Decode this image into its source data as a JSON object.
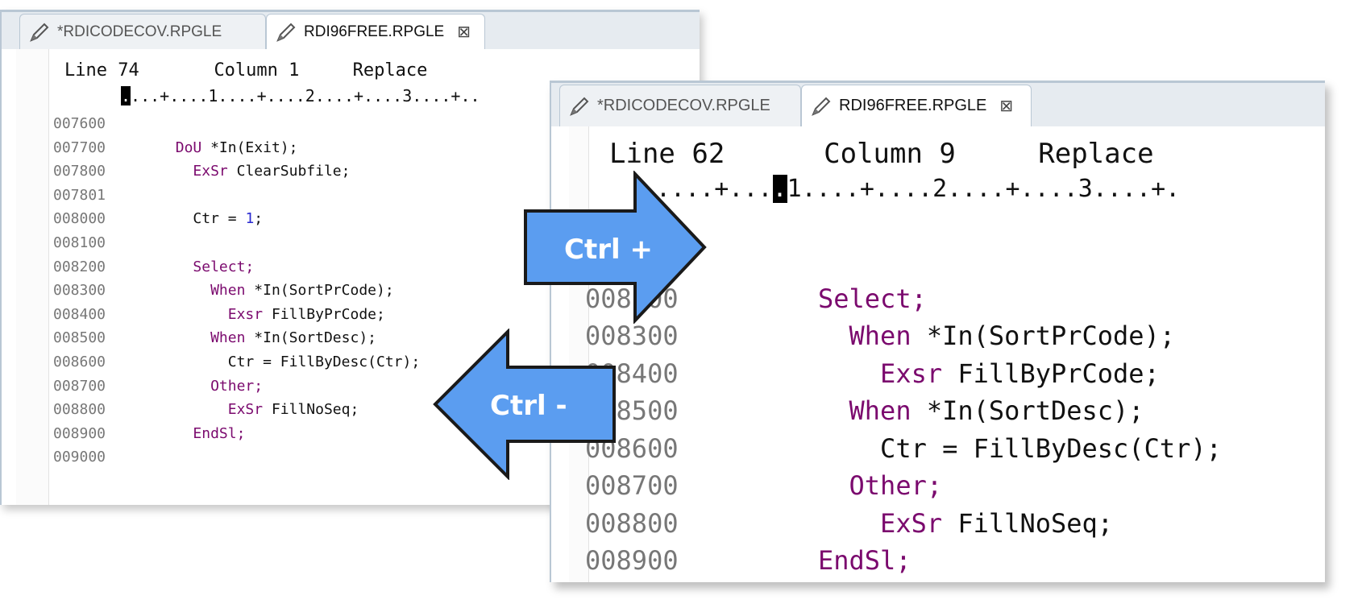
{
  "small_editor": {
    "tabs": [
      {
        "label": "*RDICODECOV.RPGLE",
        "active": false
      },
      {
        "label": "RDI96FREE.RPGLE",
        "active": true
      }
    ],
    "status": {
      "line": "Line 74",
      "column": "Column 1",
      "mode": "Replace"
    },
    "ruler_cursor": ".",
    "ruler": "...+....1....+....2....+....3....+..",
    "lines": [
      {
        "num": "007600",
        "indent": 0,
        "parts": []
      },
      {
        "num": "007700",
        "indent": 7,
        "parts": [
          {
            "t": "DoU",
            "c": "kw"
          },
          {
            "t": " *In(Exit);",
            "c": "txt"
          }
        ]
      },
      {
        "num": "007800",
        "indent": 9,
        "parts": [
          {
            "t": "ExSr",
            "c": "kw"
          },
          {
            "t": " ClearSubfile;",
            "c": "txt"
          }
        ]
      },
      {
        "num": "007801",
        "indent": 0,
        "parts": []
      },
      {
        "num": "008000",
        "indent": 9,
        "parts": [
          {
            "t": "Ctr = ",
            "c": "txt"
          },
          {
            "t": "1",
            "c": "num"
          },
          {
            "t": ";",
            "c": "txt"
          }
        ]
      },
      {
        "num": "008100",
        "indent": 0,
        "parts": []
      },
      {
        "num": "008200",
        "indent": 9,
        "parts": [
          {
            "t": "Select;",
            "c": "kw"
          }
        ]
      },
      {
        "num": "008300",
        "indent": 11,
        "parts": [
          {
            "t": "When",
            "c": "kw"
          },
          {
            "t": " *In(SortPrCode);",
            "c": "txt"
          }
        ]
      },
      {
        "num": "008400",
        "indent": 13,
        "parts": [
          {
            "t": "Exsr",
            "c": "kw"
          },
          {
            "t": " FillByPrCode;",
            "c": "txt"
          }
        ]
      },
      {
        "num": "008500",
        "indent": 11,
        "parts": [
          {
            "t": "When",
            "c": "kw"
          },
          {
            "t": " *In(SortDesc);",
            "c": "txt"
          }
        ]
      },
      {
        "num": "008600",
        "indent": 13,
        "parts": [
          {
            "t": "Ctr = FillByDesc(Ctr);",
            "c": "txt"
          }
        ]
      },
      {
        "num": "008700",
        "indent": 11,
        "parts": [
          {
            "t": "Other;",
            "c": "kw"
          }
        ]
      },
      {
        "num": "008800",
        "indent": 13,
        "parts": [
          {
            "t": "ExSr",
            "c": "kw"
          },
          {
            "t": " FillNoSeq;",
            "c": "txt"
          }
        ]
      },
      {
        "num": "008900",
        "indent": 9,
        "parts": [
          {
            "t": "EndSl;",
            "c": "kw"
          }
        ]
      },
      {
        "num": "009000",
        "indent": 0,
        "parts": []
      }
    ]
  },
  "big_editor": {
    "tabs": [
      {
        "label": "*RDICODECOV.RPGLE",
        "active": false
      },
      {
        "label": "RDI96FREE.RPGLE",
        "active": true
      }
    ],
    "status": {
      "line": "Line 62",
      "column": "Column 9",
      "mode": "Replace"
    },
    "ruler_before": "....+...",
    "ruler_cursor": ".",
    "ruler_after": "1....+....2....+....3....+.",
    "lines": [
      {
        "num": "",
        "indent": 0,
        "parts": []
      },
      {
        "num": "008200",
        "indent": 8,
        "parts": [
          {
            "t": "Select;",
            "c": "kw"
          }
        ]
      },
      {
        "num": "008300",
        "indent": 10,
        "parts": [
          {
            "t": "When",
            "c": "kw"
          },
          {
            "t": " *In(SortPrCode);",
            "c": "txt"
          }
        ]
      },
      {
        "num": "008400",
        "indent": 12,
        "parts": [
          {
            "t": "Exsr",
            "c": "kw"
          },
          {
            "t": " FillByPrCode;",
            "c": "txt"
          }
        ]
      },
      {
        "num": "008500",
        "indent": 10,
        "parts": [
          {
            "t": "When",
            "c": "kw"
          },
          {
            "t": " *In(SortDesc);",
            "c": "txt"
          }
        ]
      },
      {
        "num": "008600",
        "indent": 12,
        "parts": [
          {
            "t": "Ctr = FillByDesc(Ctr);",
            "c": "txt"
          }
        ]
      },
      {
        "num": "008700",
        "indent": 10,
        "parts": [
          {
            "t": "Other;",
            "c": "kw"
          }
        ]
      },
      {
        "num": "008800",
        "indent": 12,
        "parts": [
          {
            "t": "ExSr",
            "c": "kw"
          },
          {
            "t": " FillNoSeq;",
            "c": "txt"
          }
        ]
      },
      {
        "num": "008900",
        "indent": 8,
        "parts": [
          {
            "t": "EndSl;",
            "c": "kw"
          }
        ]
      }
    ]
  },
  "arrows": {
    "zoom_in_label": "Ctrl +",
    "zoom_out_label": "Ctrl -",
    "fill_color": "#5b9df0",
    "stroke_color": "#1a1a1a"
  },
  "icons": {
    "tab_icon": "pencil-icon",
    "close_icon": "close-icon"
  }
}
